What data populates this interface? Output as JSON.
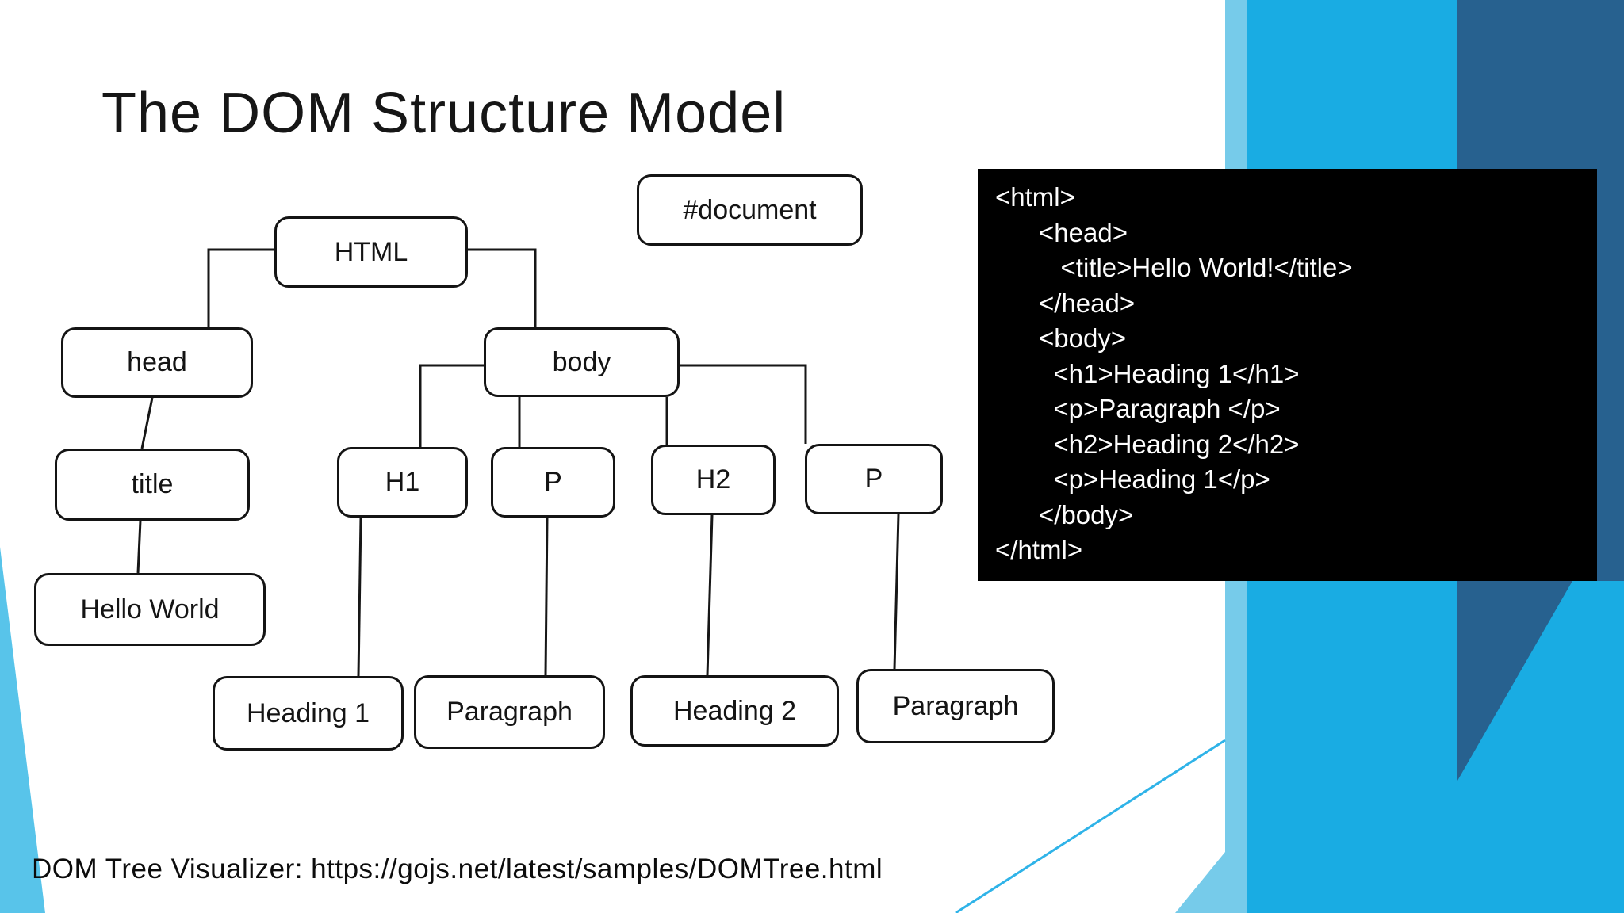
{
  "slide": {
    "title": "The DOM Structure Model",
    "caption": "DOM Tree Visualizer: https://gojs.net/latest/samples/DOMTree.html"
  },
  "diagram": {
    "nodes": {
      "document": {
        "label": "#document"
      },
      "html": {
        "label": "HTML"
      },
      "head": {
        "label": "head"
      },
      "body": {
        "label": "body"
      },
      "title": {
        "label": "title"
      },
      "h1": {
        "label": "H1"
      },
      "p1": {
        "label": "P"
      },
      "h2": {
        "label": "H2"
      },
      "p2": {
        "label": "P"
      },
      "helloworld": {
        "label": "Hello World"
      },
      "heading1": {
        "label": "Heading 1"
      },
      "paragraph1": {
        "label": "Paragraph"
      },
      "heading2": {
        "label": "Heading 2"
      },
      "paragraph2": {
        "label": "Paragraph"
      }
    }
  },
  "code_panel": {
    "lines": [
      "<html>",
      "      <head>",
      "         <title>Hello World!</title>",
      "      </head>",
      "      <body>",
      "        <h1>Heading 1</h1>",
      "        <p>Paragraph </p>",
      "        <h2>Heading 2</h2>",
      "        <p>Heading 1</p>",
      "      </body>",
      "</html>"
    ]
  },
  "colors": {
    "bright_blue": "#19ACE3",
    "dark_blue": "#27618F",
    "light_blue_strip": "#76CBEA",
    "corner_wedge_blue": "#58C4EA",
    "thin_line_blue": "#2FB3E8",
    "code_background": "#000000",
    "code_text": "#FFFFFF"
  }
}
